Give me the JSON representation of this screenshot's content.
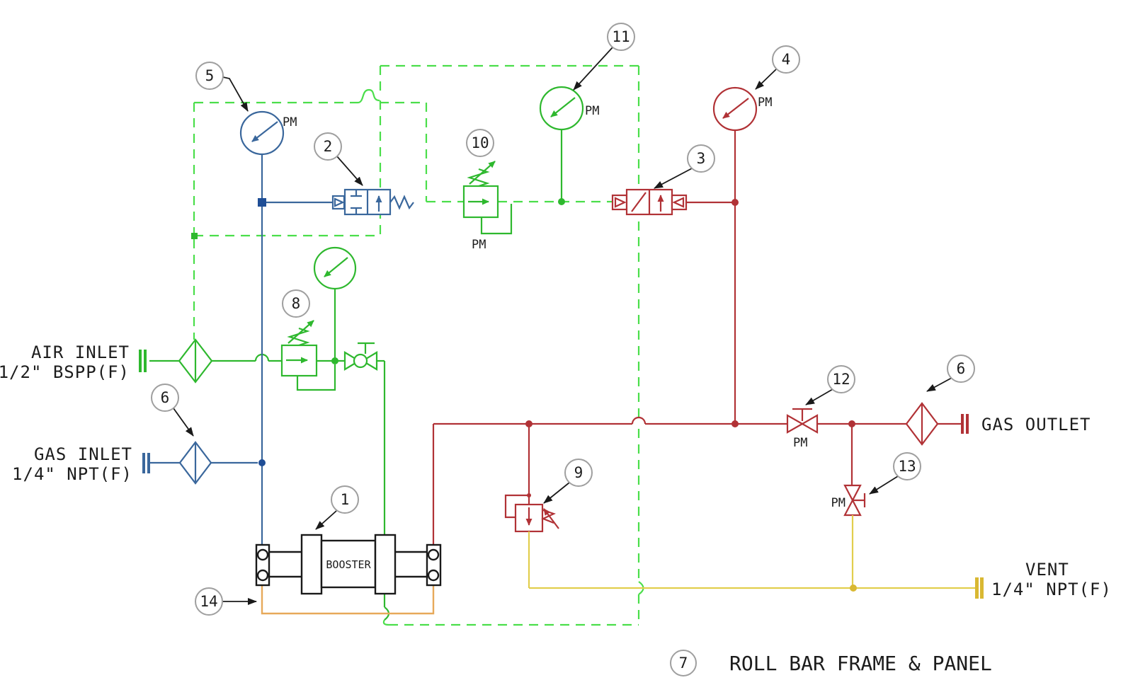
{
  "labels": {
    "pm": "PM",
    "booster": "BOOSTER",
    "note7": "ROLL BAR FRAME & PANEL"
  },
  "ports": {
    "air_inlet_line1": "AIR INLET",
    "air_inlet_line2": "1/2\" BSPP(F)",
    "gas_inlet_line1": "GAS INLET",
    "gas_inlet_line2": "1/4\" NPT(F)",
    "gas_outlet": "GAS OUTLET",
    "vent_line1": "VENT",
    "vent_line2": "1/4\" NPT(F)"
  },
  "balloons": {
    "b1": "1",
    "b2": "2",
    "b3": "3",
    "b4": "4",
    "b5": "5",
    "b6": "6",
    "b7": "7",
    "b8": "8",
    "b9": "9",
    "b10": "10",
    "b11": "11",
    "b12": "12",
    "b13": "13",
    "b14": "14"
  },
  "colors": {
    "air_line_blue": "#3a679c",
    "pilot_line_green": "#2eb82e",
    "panel_boundary_green": "#4ade4a",
    "gas_line_red": "#b13236",
    "vent_line_yellow": "#e2ce4d",
    "booster_vent_orange": "#e7a95a",
    "outline_black": "#1a1a1a",
    "balloon_ring_gray": "#9f9f9f"
  }
}
